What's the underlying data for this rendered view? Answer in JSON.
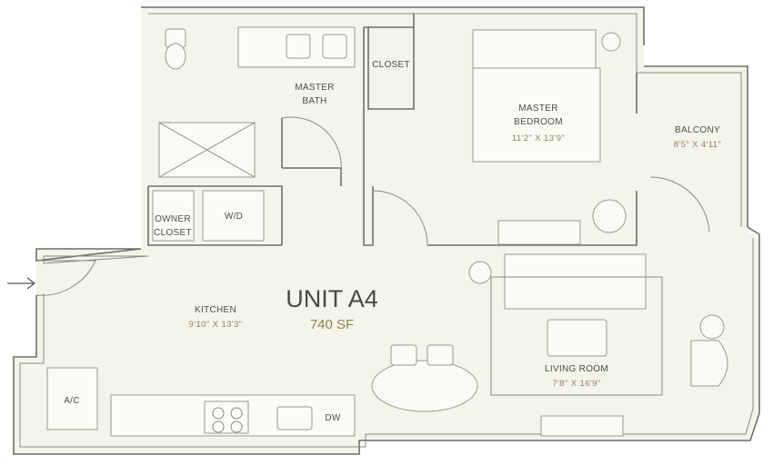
{
  "unit": {
    "title": "UNIT A4",
    "area": "740 SF"
  },
  "rooms": {
    "master_bath": {
      "line1": "MASTER",
      "line2": "BATH"
    },
    "closet": "CLOSET",
    "master_bedroom": {
      "line1": "MASTER",
      "line2": "BEDROOM",
      "dims": "11'2\" X 13'9\""
    },
    "balcony": {
      "name": "BALCONY",
      "dims": "8'5\" X 4'11\""
    },
    "owner_closet": {
      "line1": "OWNER",
      "line2": "CLOSET"
    },
    "wd": "W/D",
    "kitchen": {
      "name": "KITCHEN",
      "dims": "9'10\" X 13'3\""
    },
    "living_room": {
      "name": "LIVING ROOM",
      "dims": "7'8\" X 16'9\""
    },
    "ac": "A/C",
    "dw": "DW"
  },
  "colors": {
    "floor": "#f4f4ea",
    "wall": "#6f6f66",
    "furniture": "#9a9a8e",
    "accent": "#8f8650"
  }
}
